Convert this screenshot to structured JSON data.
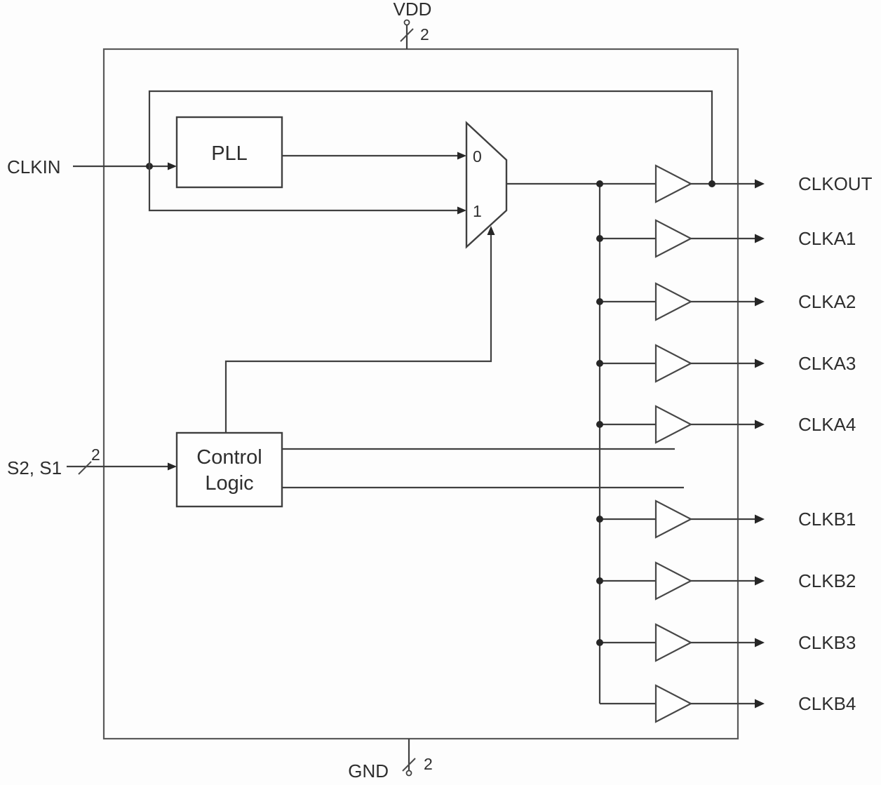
{
  "diagram": {
    "power": {
      "vdd_label": "VDD",
      "vdd_bus_width": "2",
      "gnd_label": "GND",
      "gnd_bus_width": "2"
    },
    "inputs": {
      "clkin_label": "CLKIN",
      "select_label": "S2, S1",
      "select_bus_width": "2"
    },
    "blocks": {
      "pll_label": "PLL",
      "control_line1": "Control",
      "control_line2": "Logic",
      "mux_input0": "0",
      "mux_input1": "1"
    },
    "outputs": [
      "CLKOUT",
      "CLKA1",
      "CLKA2",
      "CLKA3",
      "CLKA4",
      "CLKB1",
      "CLKB2",
      "CLKB3",
      "CLKB4"
    ]
  }
}
